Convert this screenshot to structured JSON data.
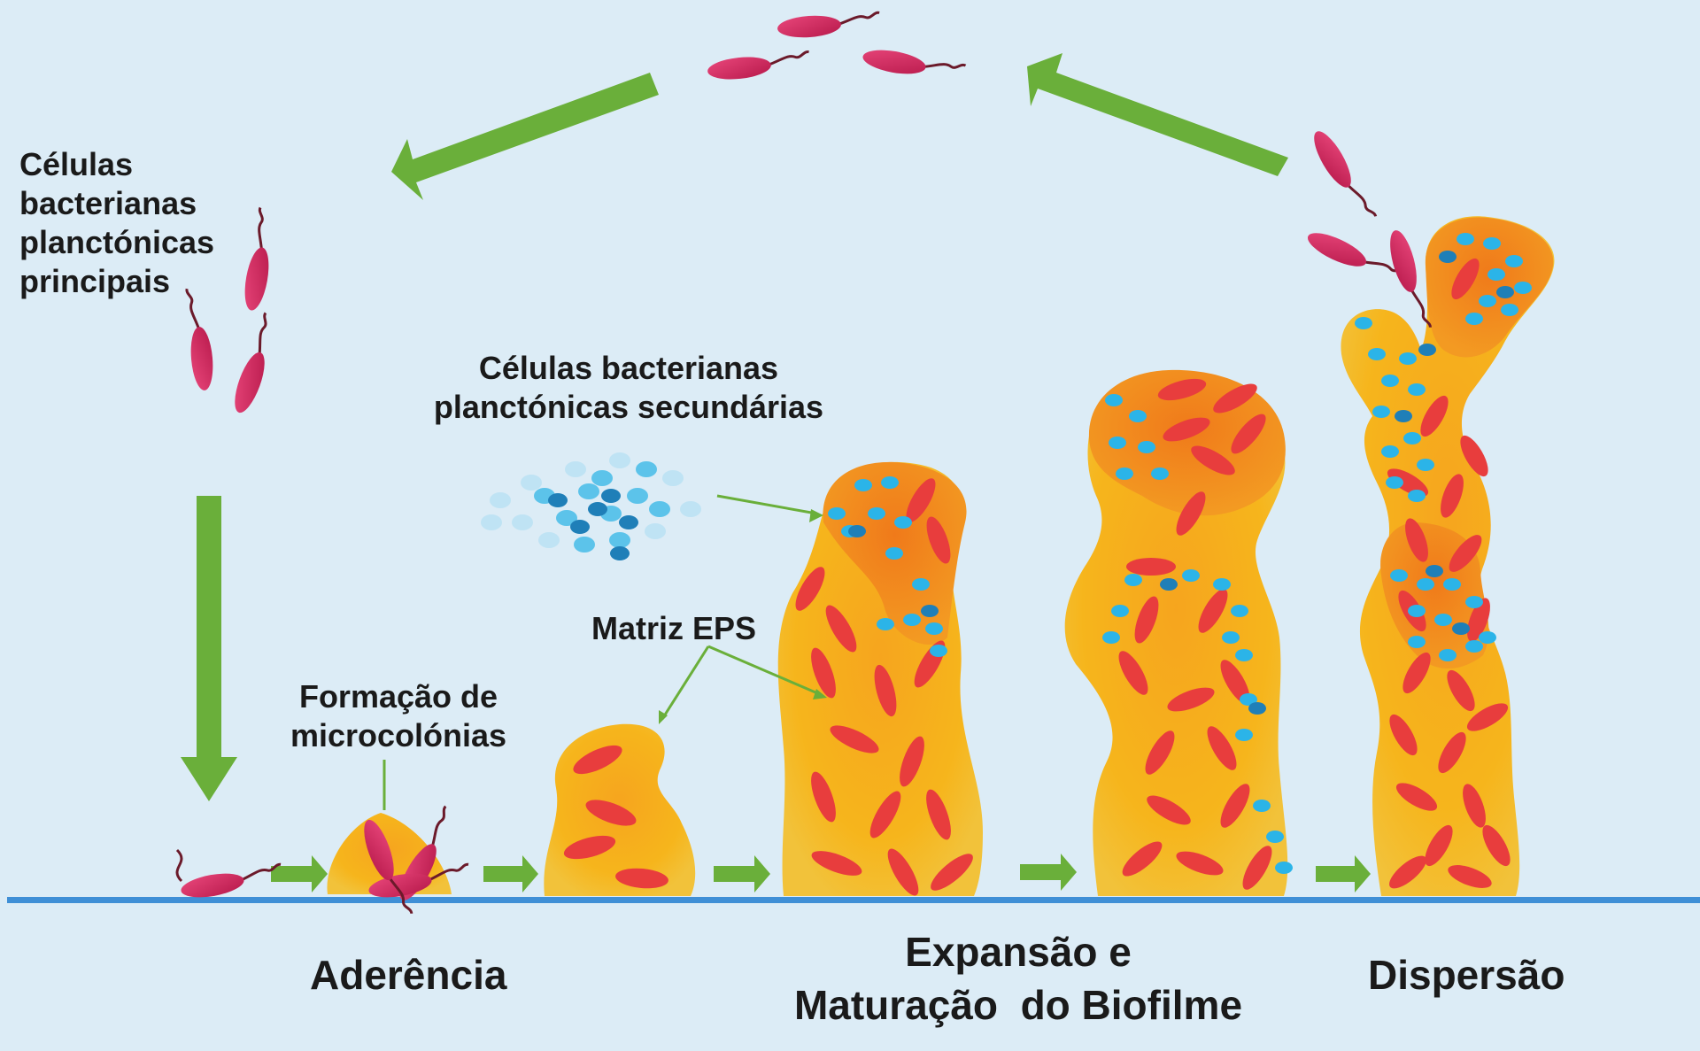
{
  "labels": {
    "primary_cells": [
      "Células",
      "bacterianas",
      "planctónicas",
      "principais"
    ],
    "secondary_cells": [
      "Células bacterianas",
      "planctónicas secundárias"
    ],
    "eps_matrix": "Matriz EPS",
    "microcolonies": [
      "Formação de",
      "microcolónias"
    ],
    "stage_adhesion": "Aderência",
    "stage_maturation": [
      "Expansão e",
      "Maturação  do Biofilme"
    ],
    "stage_dispersion": "Dispersão"
  },
  "colors": {
    "background": "#dcecf6",
    "arrow": "#6aaf3a",
    "bacterium": "#d0245a",
    "matrix_outer": "#f5b21a",
    "matrix_inner": "#f08a1c",
    "cell_red": "#e83d3d",
    "cell_blue": "#2bb4e8",
    "surface": "#3f8fd6"
  }
}
